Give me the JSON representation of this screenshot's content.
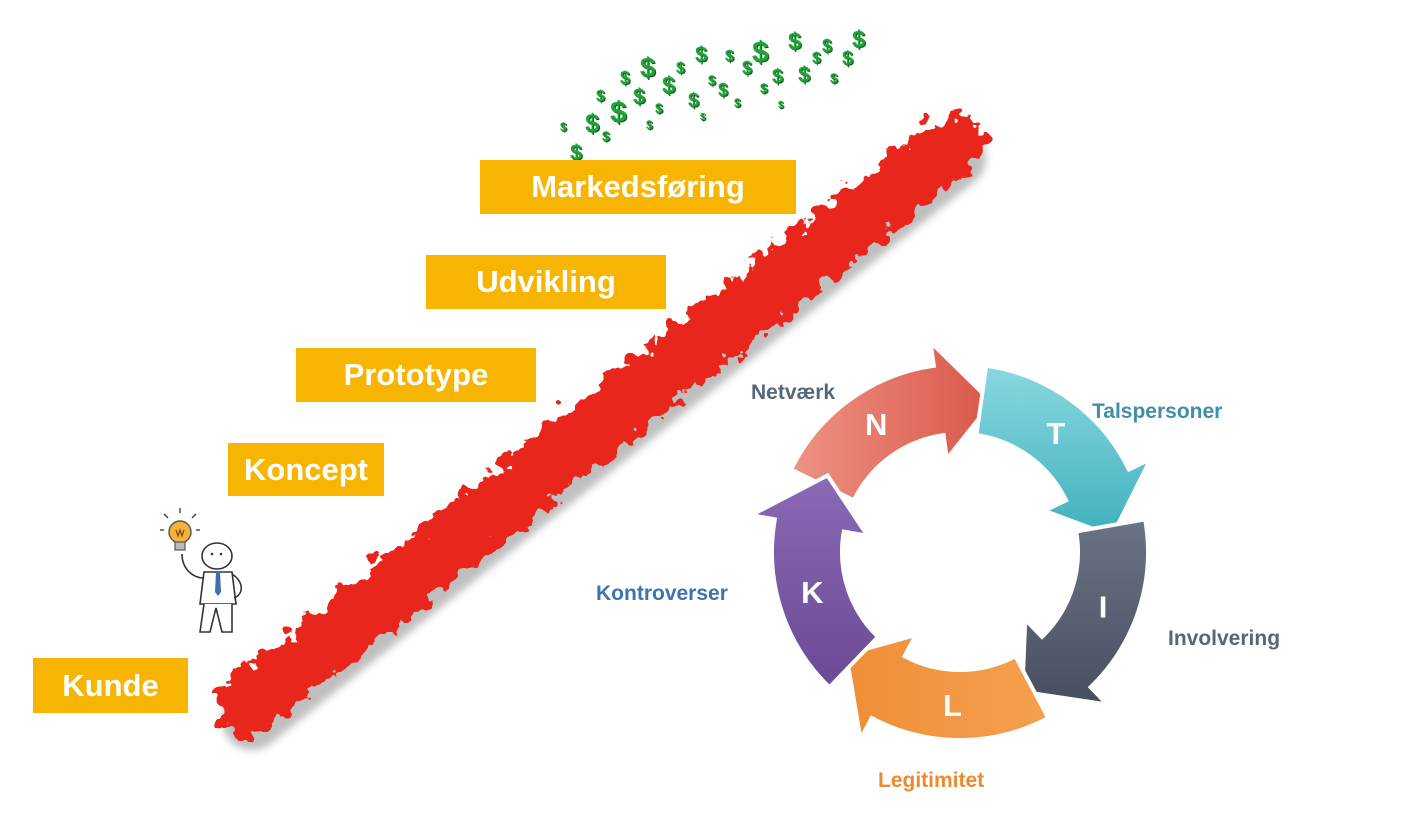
{
  "stairs": {
    "steps": [
      {
        "label": "Kunde"
      },
      {
        "label": "Koncept"
      },
      {
        "label": "Prototype"
      },
      {
        "label": "Udvikling"
      },
      {
        "label": "Markedsføring"
      }
    ],
    "step_color": "#f7b400"
  },
  "money_symbol": "$",
  "money_color": "#22a23a",
  "strike_color": "#e8261a",
  "cycle": {
    "segments": [
      {
        "letter": "N",
        "label": "Netværk",
        "color": "#e0675a",
        "label_color": "#56677a"
      },
      {
        "letter": "T",
        "label": "Talspersoner",
        "color": "#4bb9c4",
        "label_color": "#3f8fa8"
      },
      {
        "letter": "I",
        "label": "Involvering",
        "color": "#545d6e",
        "label_color": "#56677a"
      },
      {
        "letter": "L",
        "label": "Legitimitet",
        "color": "#f0903a",
        "label_color": "#ee8a2e"
      },
      {
        "letter": "K",
        "label": "Kontroverser",
        "color": "#7a5aa3",
        "label_color": "#3d74ad"
      }
    ]
  }
}
